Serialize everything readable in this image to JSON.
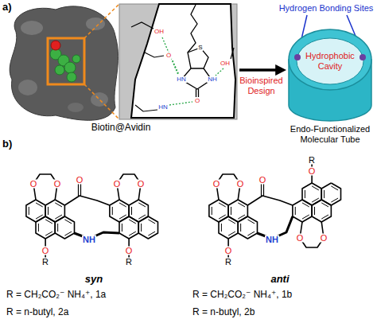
{
  "diagram": {
    "nodes": [
      {
        "text": [
          "Biotin@Avidin"
        ]
      },
      {
        "text": [
          "Hydrophobic Cavity",
          "Endo-Functionalized Molecular Tube"
        ]
      }
    ],
    "edges": [
      {
        "from": 0,
        "to": 1,
        "arrow": "to",
        "label": "Bioinspired Design"
      }
    ],
    "labels": [
      "a)",
      "b)",
      "Hydrogen Bonding Sites",
      "OH",
      "O",
      "S",
      "HN",
      "NH",
      "O",
      "OH",
      "HN",
      "O",
      "O",
      "O",
      "O",
      "O",
      "NH",
      "O",
      "R",
      "O",
      "R",
      "syn",
      "O",
      "O",
      "O",
      "O",
      "O",
      "NH",
      "O",
      "R",
      "O",
      "R",
      "anti",
      "R = CH₂CO₂⁻ NH₄⁺, 1a",
      "R = n-butyl, 2a",
      "R = CH₂CO₂⁻ NH₄⁺, 1b",
      "R = n-butyl, 2b"
    ]
  }
}
